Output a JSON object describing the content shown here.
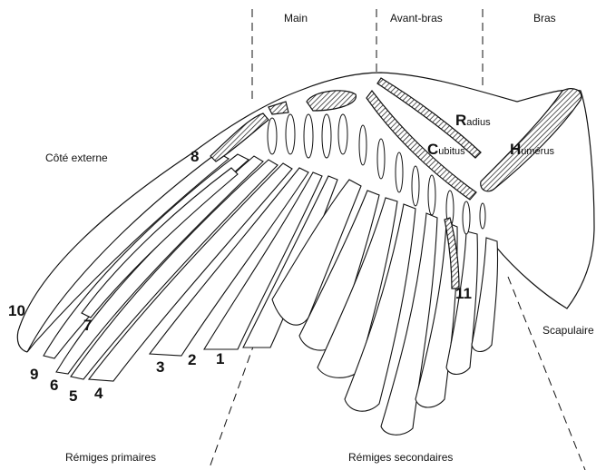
{
  "labels": {
    "main": "Main",
    "avant_bras": "Avant-bras",
    "bras": "Bras",
    "cote_externe": "Côté externe",
    "radius": {
      "initial": "R",
      "rest": "adius"
    },
    "cubitus": {
      "initial": "C",
      "rest": "ubitus"
    },
    "humerus": {
      "initial": "H",
      "rest": "umérus"
    },
    "scapulaire": "Scapulaire",
    "remiges_primaires": "Rémiges primaires",
    "remiges_secondaires": "Rémiges secondaires"
  },
  "feather_numbers": [
    "1",
    "2",
    "3",
    "4",
    "5",
    "6",
    "7",
    "8",
    "9",
    "10",
    "11"
  ],
  "colors": {
    "ink": "#111111",
    "hatch": "#111111",
    "background": "#ffffff"
  }
}
